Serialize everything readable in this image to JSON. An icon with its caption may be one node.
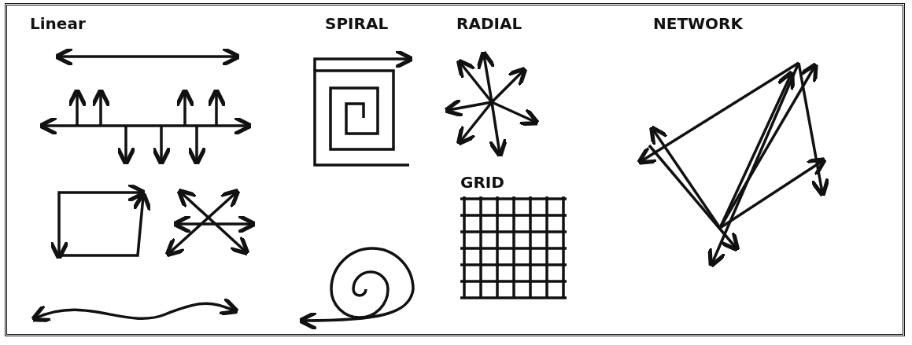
{
  "diagram": {
    "labels": [
      "Linear",
      "SPIRAL",
      "RADIAL",
      "NETWORK",
      "GRID"
    ]
  }
}
